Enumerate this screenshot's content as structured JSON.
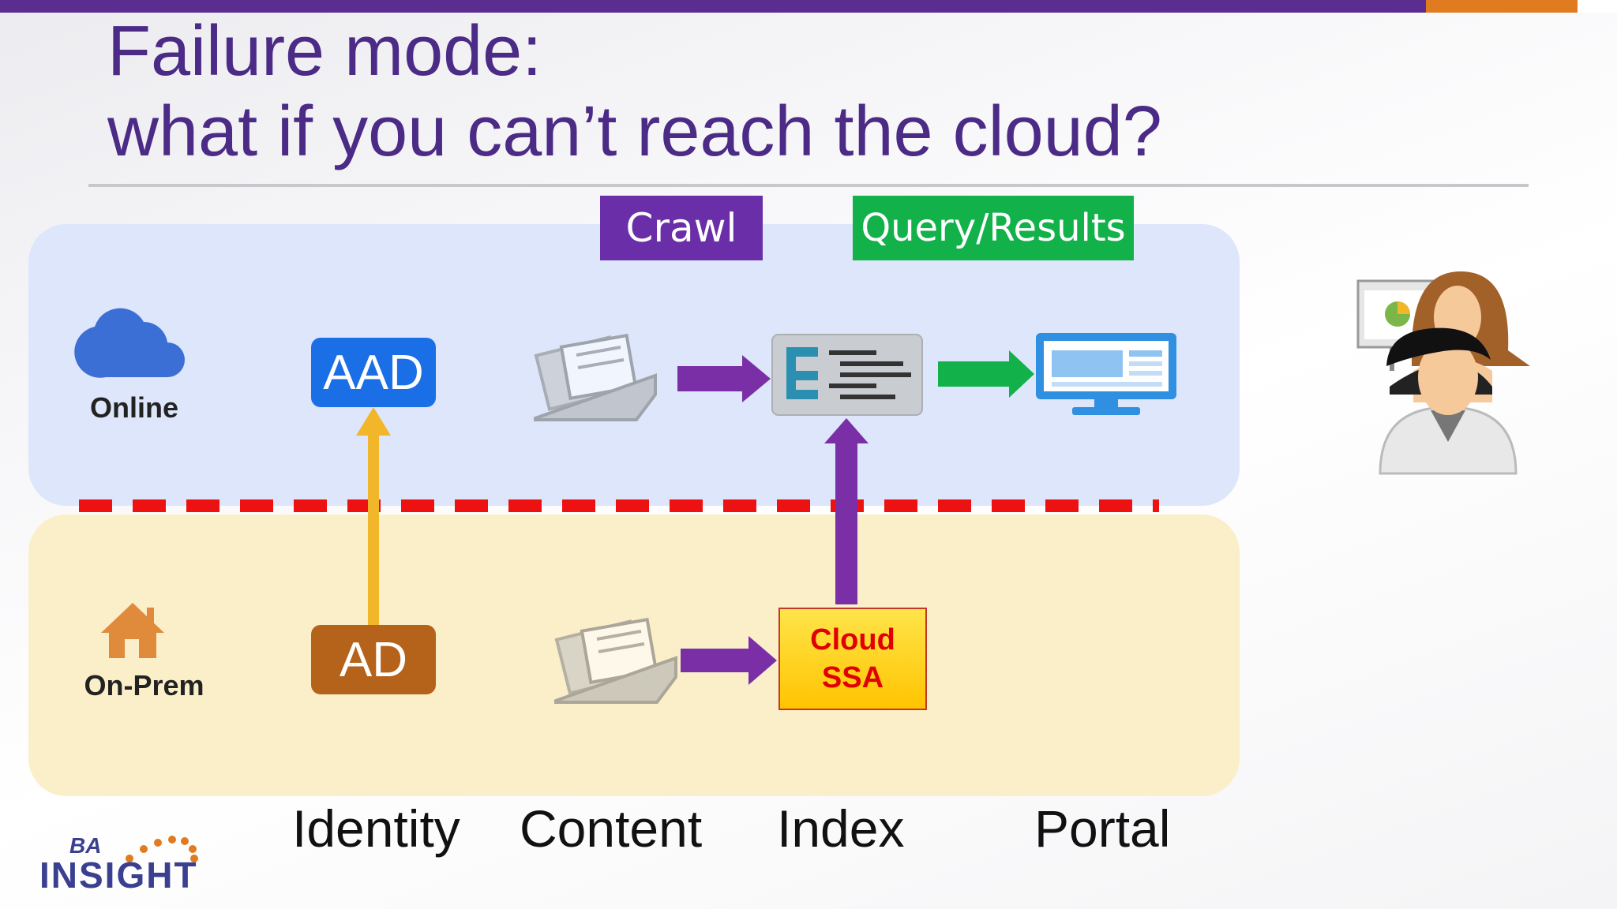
{
  "slide": {
    "title_line1": "Failure mode:",
    "title_line2": "what if you can’t reach the cloud?"
  },
  "colors": {
    "purple": "#5c2d91",
    "orange": "#e07b1f",
    "title": "#4b2b86",
    "crawl_tag": "#6a2fa8",
    "query_tag": "#12b14a",
    "aad_blue": "#1b6fe6",
    "ad_brown": "#b5621a",
    "arrow_purple": "#7a2fa6",
    "arrow_green": "#12b14a",
    "arrow_gold": "#f2b62b",
    "dash_red": "#ee1111"
  },
  "tags": {
    "crawl": "Crawl",
    "query": "Query/Results"
  },
  "rows": {
    "online": "Online",
    "onprem": "On-Prem"
  },
  "nodes": {
    "aad": "AAD",
    "ad": "AD",
    "ssa_line1": "Cloud",
    "ssa_line2": "SSA"
  },
  "columns": {
    "identity": "Identity",
    "content": "Content",
    "index": "Index",
    "portal": "Portal"
  },
  "icons": {
    "online": "cloud-icon",
    "onprem": "house-icon",
    "content_online": "folder-documents-icon",
    "content_onprem": "folder-documents-icon",
    "index": "search-index-icon",
    "portal": "monitor-icon",
    "users": "users-icon"
  },
  "logo": {
    "line1": "BA",
    "line2": "INSIGHT"
  }
}
